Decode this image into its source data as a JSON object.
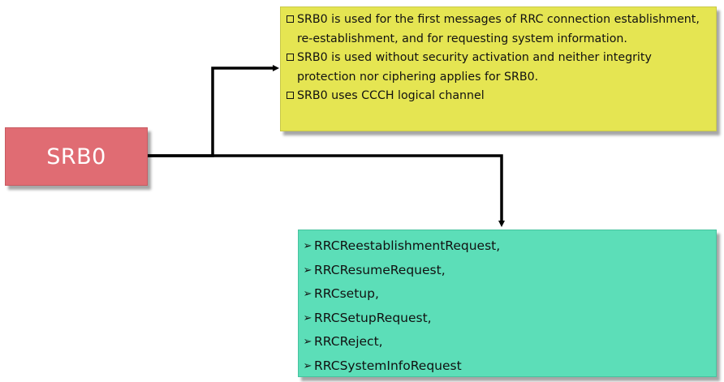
{
  "srb_label": "SRB0",
  "yellow_items": [
    "SRB0 is used for the first messages of RRC connection establishment, re-establishment, and for requesting system information.",
    "SRB0 is used without security activation and neither integrity protection nor ciphering applies for SRB0.",
    "SRB0 uses CCCH logical channel"
  ],
  "green_items": [
    "RRCReestablishmentRequest,",
    "RRCResumeRequest,",
    "RRCsetup,",
    "RRCSetupRequest,",
    "RRCReject,",
    "RRCSystemInfoRequest"
  ],
  "colors": {
    "srb_box": "#e06c73",
    "yellow_box": "#e5e552",
    "green_box": "#5cdeb8",
    "connector": "#000000"
  }
}
